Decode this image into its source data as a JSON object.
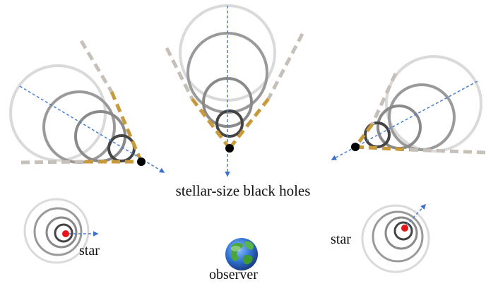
{
  "labels": {
    "main": "stellar-size black holes",
    "star_left": "star",
    "star_right": "star",
    "observer": "observer"
  },
  "colors": {
    "ring_lightest": "#dadada",
    "ring_light": "#bdbdbd",
    "ring_mid": "#9a9a9a",
    "ring_dark": "#555555",
    "cone": "#c99a3c",
    "cone_outer": "#c7c0b8",
    "axis": "#4a7fcf",
    "arrow": "#3c6fcf",
    "black_hole": "#000000",
    "star": "#e8141a",
    "earth_ocean": "#2f6fd1",
    "earth_land": "#4aa83a"
  },
  "icons": {
    "black_hole": "black-dot",
    "star": "red-dot",
    "observer": "earth-globe-icon"
  }
}
